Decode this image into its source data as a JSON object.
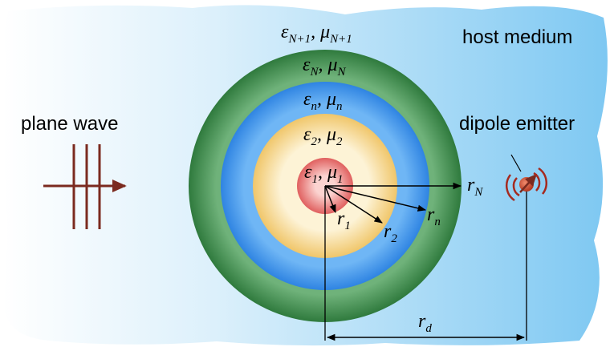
{
  "labels": {
    "host_medium": "host medium",
    "plane_wave": "plane wave",
    "dipole_emitter": "dipole emitter",
    "layer_outer": {
      "eps": "ε",
      "eps_sub": "N+1",
      "mu": "μ",
      "mu_sub": "N+1"
    },
    "layer_N": {
      "eps": "ε",
      "eps_sub": "N",
      "mu": "μ",
      "mu_sub": "N"
    },
    "layer_n": {
      "eps": "ε",
      "eps_sub": "n",
      "mu": "μ",
      "mu_sub": "n"
    },
    "layer_2": {
      "eps": "ε",
      "eps_sub": "2",
      "mu": "μ",
      "mu_sub": "2"
    },
    "layer_1": {
      "eps": "ε",
      "eps_sub": "1",
      "mu": "μ",
      "mu_sub": "1"
    },
    "radius_N": {
      "sym": "r",
      "sub": "N"
    },
    "radius_n": {
      "sym": "r",
      "sub": "n"
    },
    "radius_2": {
      "sym": "r",
      "sub": "2"
    },
    "radius_1": {
      "sym": "r",
      "sub": "1"
    },
    "radius_d": {
      "sym": "r",
      "sub": "d"
    }
  },
  "colors": {
    "background": "#bfe4f8",
    "shell_N": "#3e8a4c",
    "shell_n": "#3f8fe6",
    "shell_2": "#f2d38a",
    "core": "#e66a6a",
    "wave": "#7b2a1f",
    "line": "#000000"
  }
}
